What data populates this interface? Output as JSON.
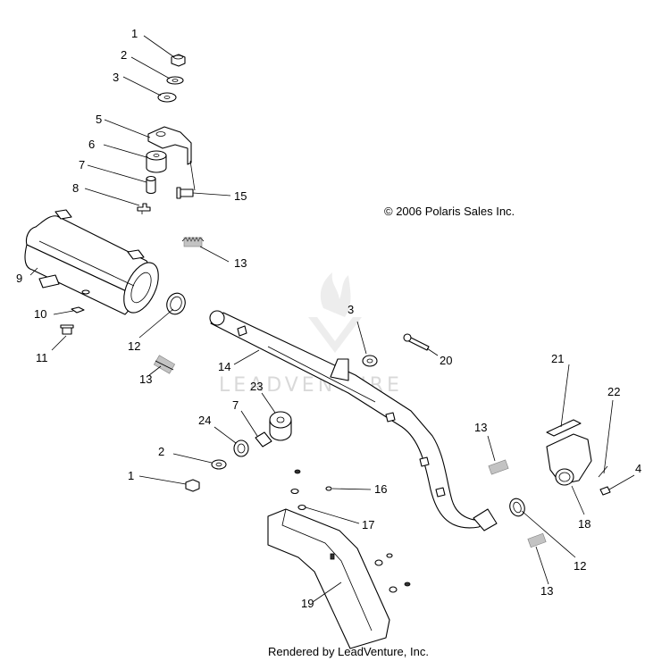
{
  "copyright": "© 2006 Polaris Sales Inc.",
  "footer": "Rendered by LeadVenture, Inc.",
  "watermark": "LEADVENTURE",
  "callouts": [
    "1",
    "2",
    "3",
    "5",
    "6",
    "7",
    "8",
    "15",
    "9",
    "13",
    "10",
    "11",
    "12",
    "13",
    "3",
    "20",
    "14",
    "23",
    "21",
    "22",
    "13",
    "24",
    "7",
    "2",
    "1",
    "16",
    "17",
    "4",
    "18",
    "12",
    "13",
    "19"
  ]
}
